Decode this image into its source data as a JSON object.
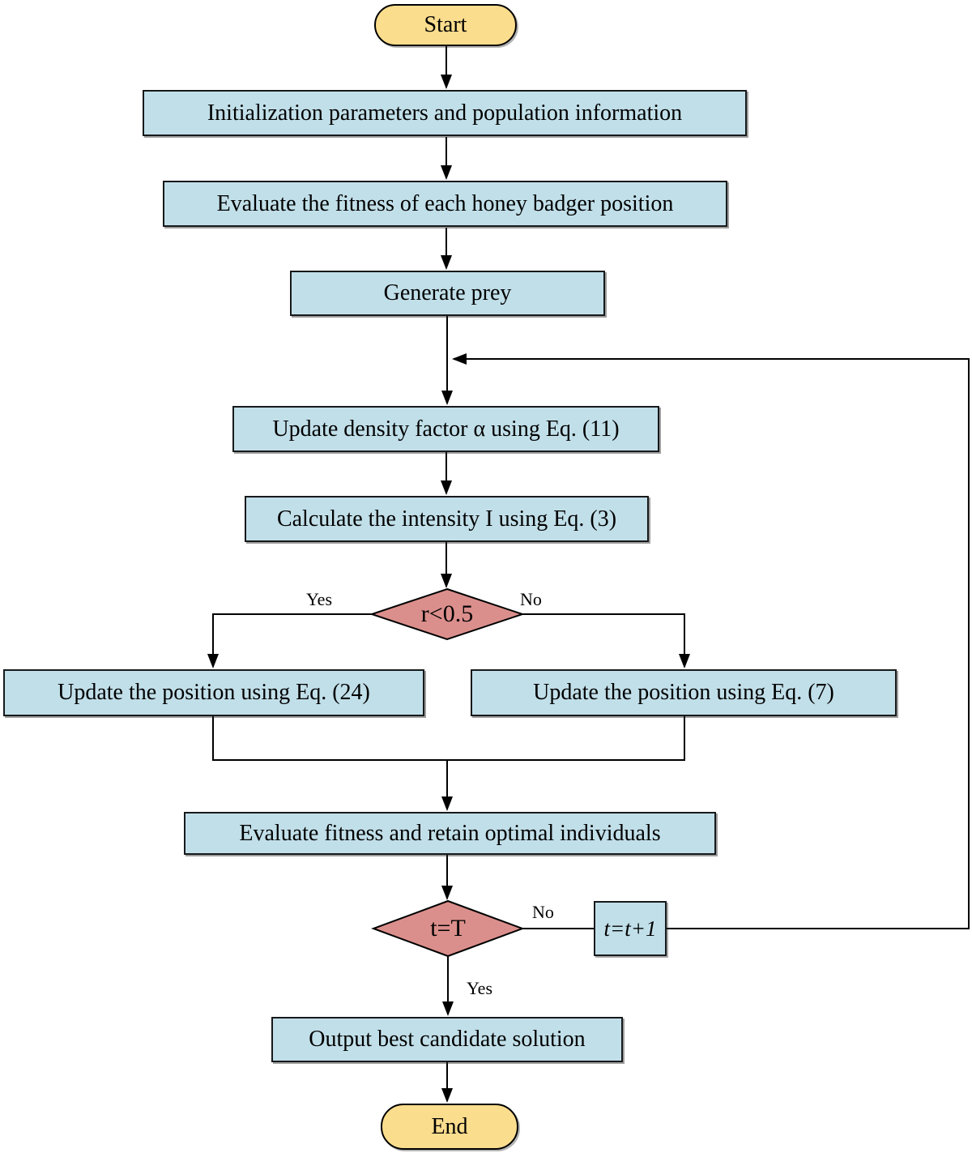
{
  "diagram": {
    "description": "Honey badger algorithm flowchart",
    "nodes": {
      "start": {
        "label": "Start",
        "type": "terminator"
      },
      "init": {
        "label": "Initialization parameters and population information",
        "type": "process"
      },
      "evaluate_fitness": {
        "label": "Evaluate the fitness of each honey badger position",
        "type": "process"
      },
      "generate_prey": {
        "label": "Generate prey",
        "type": "process"
      },
      "update_density": {
        "label": "Update density factor α using Eq. (11)",
        "type": "process"
      },
      "calc_intensity": {
        "label": "Calculate the intensity I using Eq. (3)",
        "type": "process"
      },
      "decision_r": {
        "label": "r<0.5",
        "type": "decision"
      },
      "update_pos_24": {
        "label": "Update the position  using Eq. (24)",
        "type": "process"
      },
      "update_pos_7": {
        "label": "Update the position  using Eq. (7)",
        "type": "process"
      },
      "evaluate_retain": {
        "label": "Evaluate fitness and retain optimal individuals",
        "type": "process"
      },
      "decision_t": {
        "label": "t=T",
        "type": "decision"
      },
      "increment": {
        "label": "t=t+1",
        "type": "process"
      },
      "output": {
        "label": "Output best candidate solution",
        "type": "process"
      },
      "end": {
        "label": "End",
        "type": "terminator"
      }
    },
    "edge_labels": {
      "r_yes": "Yes",
      "r_no": "No",
      "t_yes": "Yes",
      "t_no": "No"
    },
    "colors": {
      "process_fill": "#c1dfe9",
      "decision_fill": "#db8f8c",
      "terminator_fill": "#fbdd8e",
      "stroke": "#000000",
      "background": "#ffffff"
    }
  }
}
